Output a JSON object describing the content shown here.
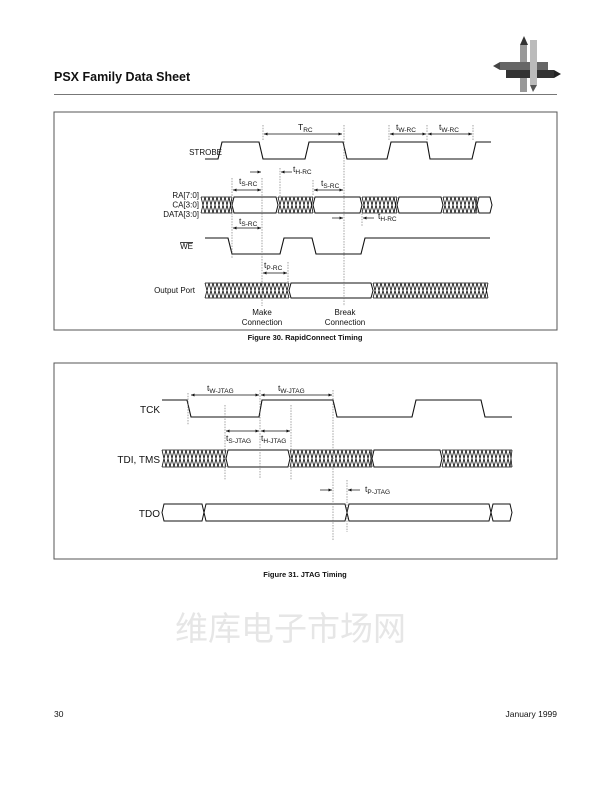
{
  "header": {
    "title": "PSX Family Data Sheet"
  },
  "logo": {
    "name": "company-logo"
  },
  "figure30": {
    "caption": "Figure 30.  RapidConnect Timing",
    "signals": {
      "strobe": "STROBE",
      "ra": "RA[7:0]",
      "ca": "CA[3:0]",
      "data": "DATA[3:0]",
      "we": "WE",
      "output": "Output Port"
    },
    "timings": {
      "trc": {
        "main": "T",
        "sub": "RC"
      },
      "twrc": {
        "main": "t",
        "sub": "W-RC"
      },
      "tsrc": {
        "main": "t",
        "sub": "S-RC"
      },
      "thrc": {
        "main": "t",
        "sub": "H-RC"
      },
      "tprc": {
        "main": "t",
        "sub": "P-RC"
      }
    },
    "annotations": {
      "make1": "Make",
      "make2": "Connection",
      "break1": "Break",
      "break2": "Connection"
    }
  },
  "figure31": {
    "caption": "Figure 31. JTAG Timing",
    "signals": {
      "tck": "TCK",
      "tdi": "TDI, TMS",
      "tdo": "TDO"
    },
    "timings": {
      "tw": {
        "main": "t",
        "sub": "W-JTAG"
      },
      "ts": {
        "main": "t",
        "sub": "S-JTAG"
      },
      "th": {
        "main": "t",
        "sub": "H-JTAG"
      },
      "tp": {
        "main": "t",
        "sub": "P-JTAG"
      }
    },
    "watermark": "维库电子市场网"
  },
  "footer": {
    "page_number": "30",
    "date": "January 1999"
  }
}
